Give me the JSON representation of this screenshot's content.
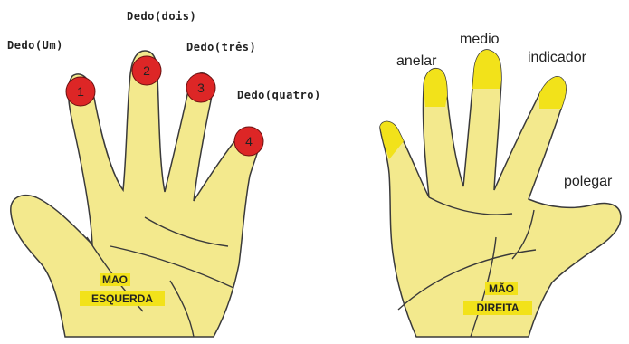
{
  "colors": {
    "skin": "#f3e98d",
    "outline": "#3a3a3a",
    "badge": "#dd2626",
    "highlight": "#f2e21a",
    "background": "#ffffff"
  },
  "left_hand": {
    "finger_labels": [
      "Dedo(Um)",
      "Dedo(dois)",
      "Dedo(três)",
      "Dedo(quatro)"
    ],
    "badges": [
      "1",
      "2",
      "3",
      "4"
    ],
    "title_line1": "MAO",
    "title_line2": "ESQUERDA"
  },
  "right_hand": {
    "finger_labels": [
      "anelar",
      "medio",
      "indicador",
      "polegar"
    ],
    "title_line1": "MÃO",
    "title_line2": "DIREITA"
  }
}
